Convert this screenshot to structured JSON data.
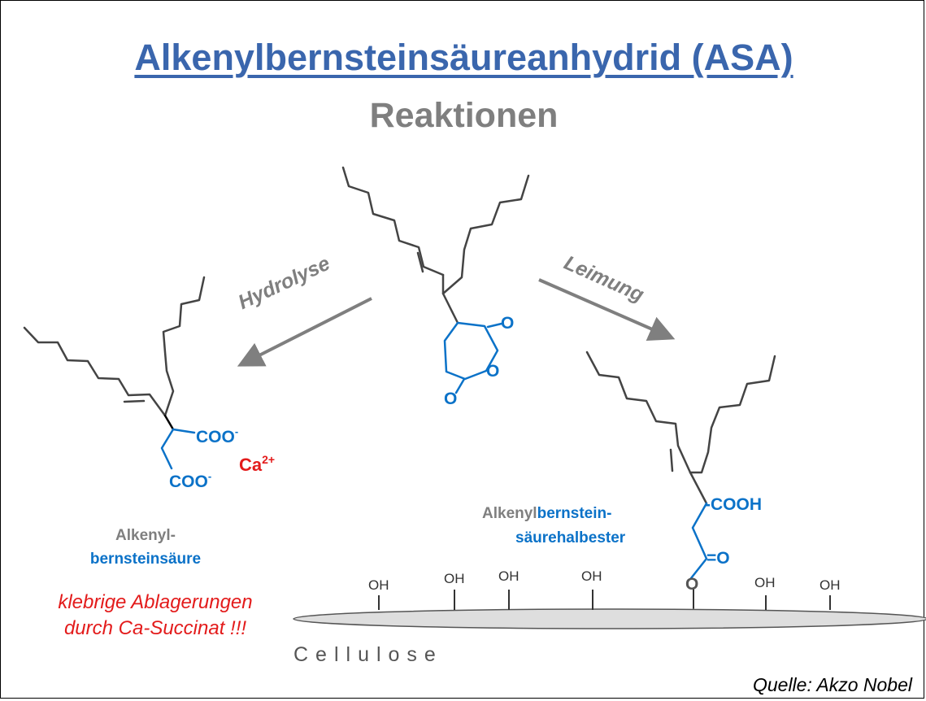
{
  "title": "Alkenylbernsteinsäureanhydrid (ASA)",
  "subtitle": "Reaktionen",
  "arrows": {
    "left_label": "Hydrolyse",
    "right_label": "Leimung"
  },
  "hydrolysis_product": {
    "group1_text": "COO",
    "group1_charge": "-",
    "group2_text": "COO",
    "group2_charge": "-",
    "counterion_text": "Ca",
    "counterion_charge": "2+",
    "name_line1": "Alkenyl-",
    "name_line2": "bernsteinsäure",
    "warning_line1": "klebrige Ablagerungen",
    "warning_line2": "durch Ca-Succinat !!!"
  },
  "anhydride": {
    "oxygen_labels": [
      "O",
      "O",
      "O"
    ]
  },
  "sizing_product": {
    "acid_group": "-COOH",
    "ester_group": "=O",
    "ester_oxygen": "O",
    "name_part1_grey": "Alkenyl",
    "name_part1_blue": "bernstein-",
    "name_line2": "säurehalbester"
  },
  "cellulose": {
    "label": "Cellulose",
    "hydroxyl_groups": [
      "OH",
      "OH",
      "OH",
      "OH",
      "OH",
      "OH"
    ]
  },
  "source": "Quelle: Akzo Nobel",
  "colors": {
    "title_blue": "#3a66ad",
    "chem_blue": "#0b72c8",
    "grey": "#7f7f7f",
    "warning_red": "#e31b1b"
  }
}
